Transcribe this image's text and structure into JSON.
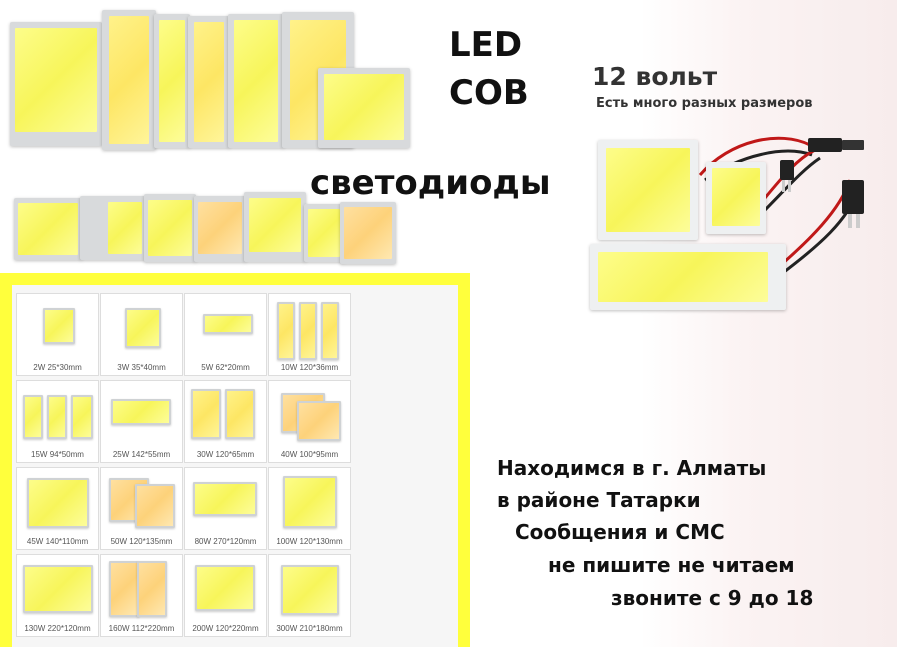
{
  "headline": {
    "led": "LED",
    "cob": "COB",
    "diodes": "светодиоды"
  },
  "voltage_panel": {
    "title": "12 вольт",
    "subtitle": "Есть много разных размеров"
  },
  "product_grid": [
    {
      "label": "2W 25*30mm"
    },
    {
      "label": "3W 35*40mm"
    },
    {
      "label": "5W 62*20mm"
    },
    {
      "label": "10W 120*36mm"
    },
    {
      "label": "15W 94*50mm"
    },
    {
      "label": "25W 142*55mm"
    },
    {
      "label": "30W 120*65mm"
    },
    {
      "label": "40W 100*95mm"
    },
    {
      "label": "45W 140*110mm"
    },
    {
      "label": "50W 120*135mm"
    },
    {
      "label": "80W 270*120mm"
    },
    {
      "label": "100W 120*130mm"
    },
    {
      "label": "130W 220*120mm"
    },
    {
      "label": "160W 112*220mm"
    },
    {
      "label": "200W 120*220mm"
    },
    {
      "label": "300W 210*180mm"
    }
  ],
  "contact_info": {
    "line1": "Находимся в г. Алматы",
    "line2": "в районе Татарки",
    "line3": "Сообщения и СМС",
    "line4": "не пишите не читаем",
    "line5": "звоните с 9 до 18"
  },
  "colors": {
    "frame_yellow": "#ffff3c",
    "led_yellow": "#f7f55a",
    "warm_yellow": "#fdd27a",
    "text": "#111111"
  }
}
